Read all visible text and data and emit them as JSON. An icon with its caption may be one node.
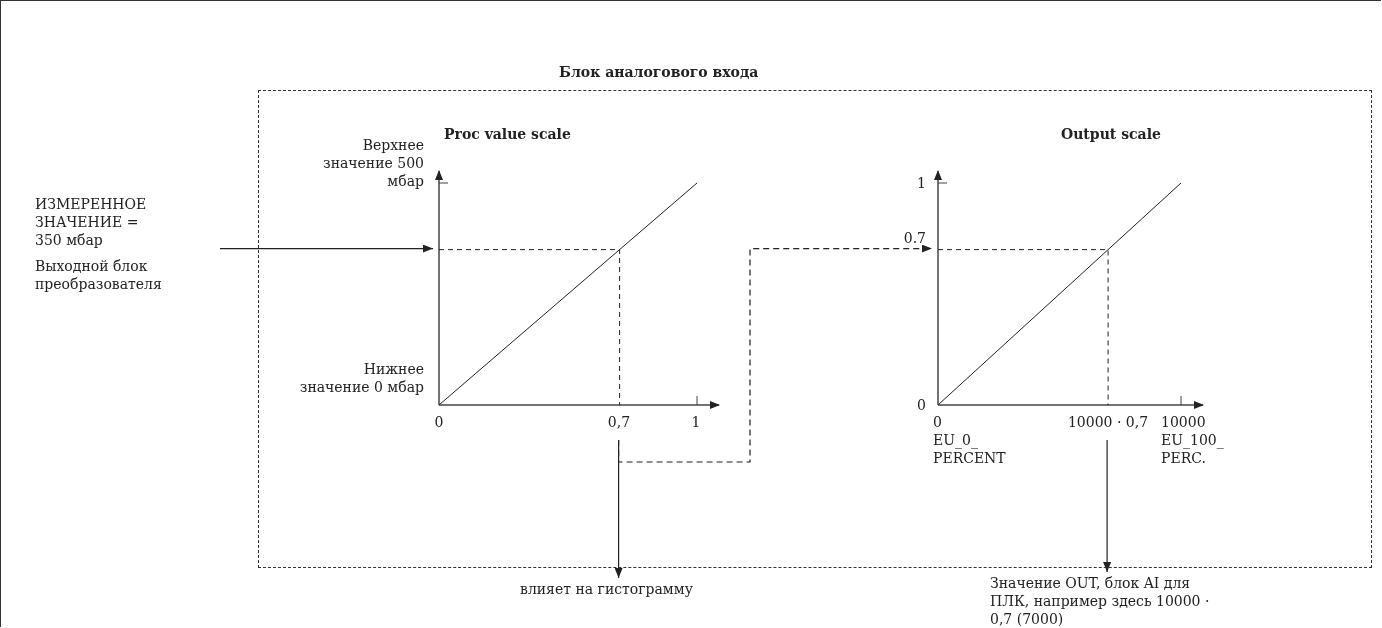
{
  "diagram": {
    "nodes": [
      {
        "text": [
          "Блок аналогового входа"
        ]
      },
      {
        "text": [
          "ИЗМЕРЕННОЕ ЗНАЧЕНИЕ = 350 мбар",
          "Выходной блок преобразователя"
        ]
      },
      {
        "text": [
          "Proc value scale"
        ],
        "in": 0
      },
      {
        "text": [
          "Output scale"
        ],
        "in": 0
      },
      {
        "text": [
          "влияет на гистограмму"
        ]
      },
      {
        "text": [
          "Значение OUT, блок AI для ПЛК, например здесь 10000 · 0,7 (7000)"
        ]
      }
    ],
    "edges": [
      {
        "from": 1,
        "to": 2,
        "arrow": "to"
      },
      {
        "from": 2,
        "to": 3,
        "arrow": "to",
        "style": "dashed"
      },
      {
        "from": 2,
        "to": 4,
        "arrow": "to"
      },
      {
        "from": 3,
        "to": 5,
        "arrow": "to"
      }
    ],
    "labels": [
      "Верхнее значение 500 мбар",
      "1",
      "0.7",
      "Нижнее значение 0 мбар",
      "0",
      "0",
      "0,7",
      "1",
      "0",
      "10000 · 0,7",
      "10000",
      "EU_0_ PERCENT",
      "EU_100_ PERC."
    ]
  }
}
